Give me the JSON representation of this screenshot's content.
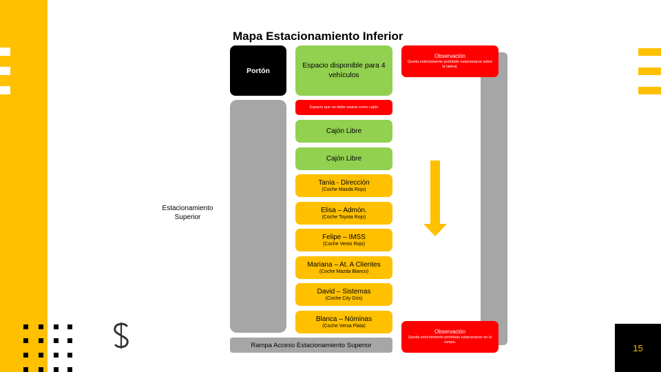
{
  "slide": {
    "title": "Mapa Estacionamiento Inferior",
    "page_number": "15"
  },
  "map": {
    "gate_label": "Portón",
    "available_space": "Espacio disponible para 4 vehículos",
    "no_parking_space": "Espacio que no debe usarse como cajón",
    "observation_top": {
      "heading": "Observación",
      "text": "Queda estrictamente prohibido estacionarse sobre la lateral."
    },
    "observation_bottom": {
      "heading": "Observación",
      "text": "Queda estrictamente prohibido estacionarse en la rampa."
    },
    "slots": [
      {
        "name": "Cajón Libre",
        "detail": "",
        "status": "free"
      },
      {
        "name": "Cajón Libre",
        "detail": "",
        "status": "free"
      },
      {
        "name": "Tania - Dirección",
        "detail": "(Coche Mazda Rojo)",
        "status": "assigned"
      },
      {
        "name": "Elisa – Admón.",
        "detail": "(Coche Toyota Rojo)",
        "status": "assigned"
      },
      {
        "name": "Felipe – IMSS",
        "detail": "(Coche Vento Rojo)",
        "status": "assigned"
      },
      {
        "name": "Mariana – At. A Clientes",
        "detail": "(Coche Mazda Blanco)",
        "status": "assigned"
      },
      {
        "name": "David – Sistemas",
        "detail": "(Coche City Gris)",
        "status": "assigned"
      },
      {
        "name": "Blanca – Nóminas",
        "detail": "(Coche Versa Plata)",
        "status": "assigned"
      }
    ],
    "ramp_label": "Rampa Acceso Estacionamiento Superior",
    "upper_parking_label": "Estacionamiento Superior",
    "flow_direction": "down"
  },
  "colors": {
    "accent_yellow": "#FFC000",
    "free_green": "#92D050",
    "warning_red": "#FF0000",
    "road_gray": "#A6A6A6",
    "gate_black": "#000000"
  },
  "icons": {
    "logo": "s-logo-icon",
    "arrow": "arrow-down-icon"
  }
}
